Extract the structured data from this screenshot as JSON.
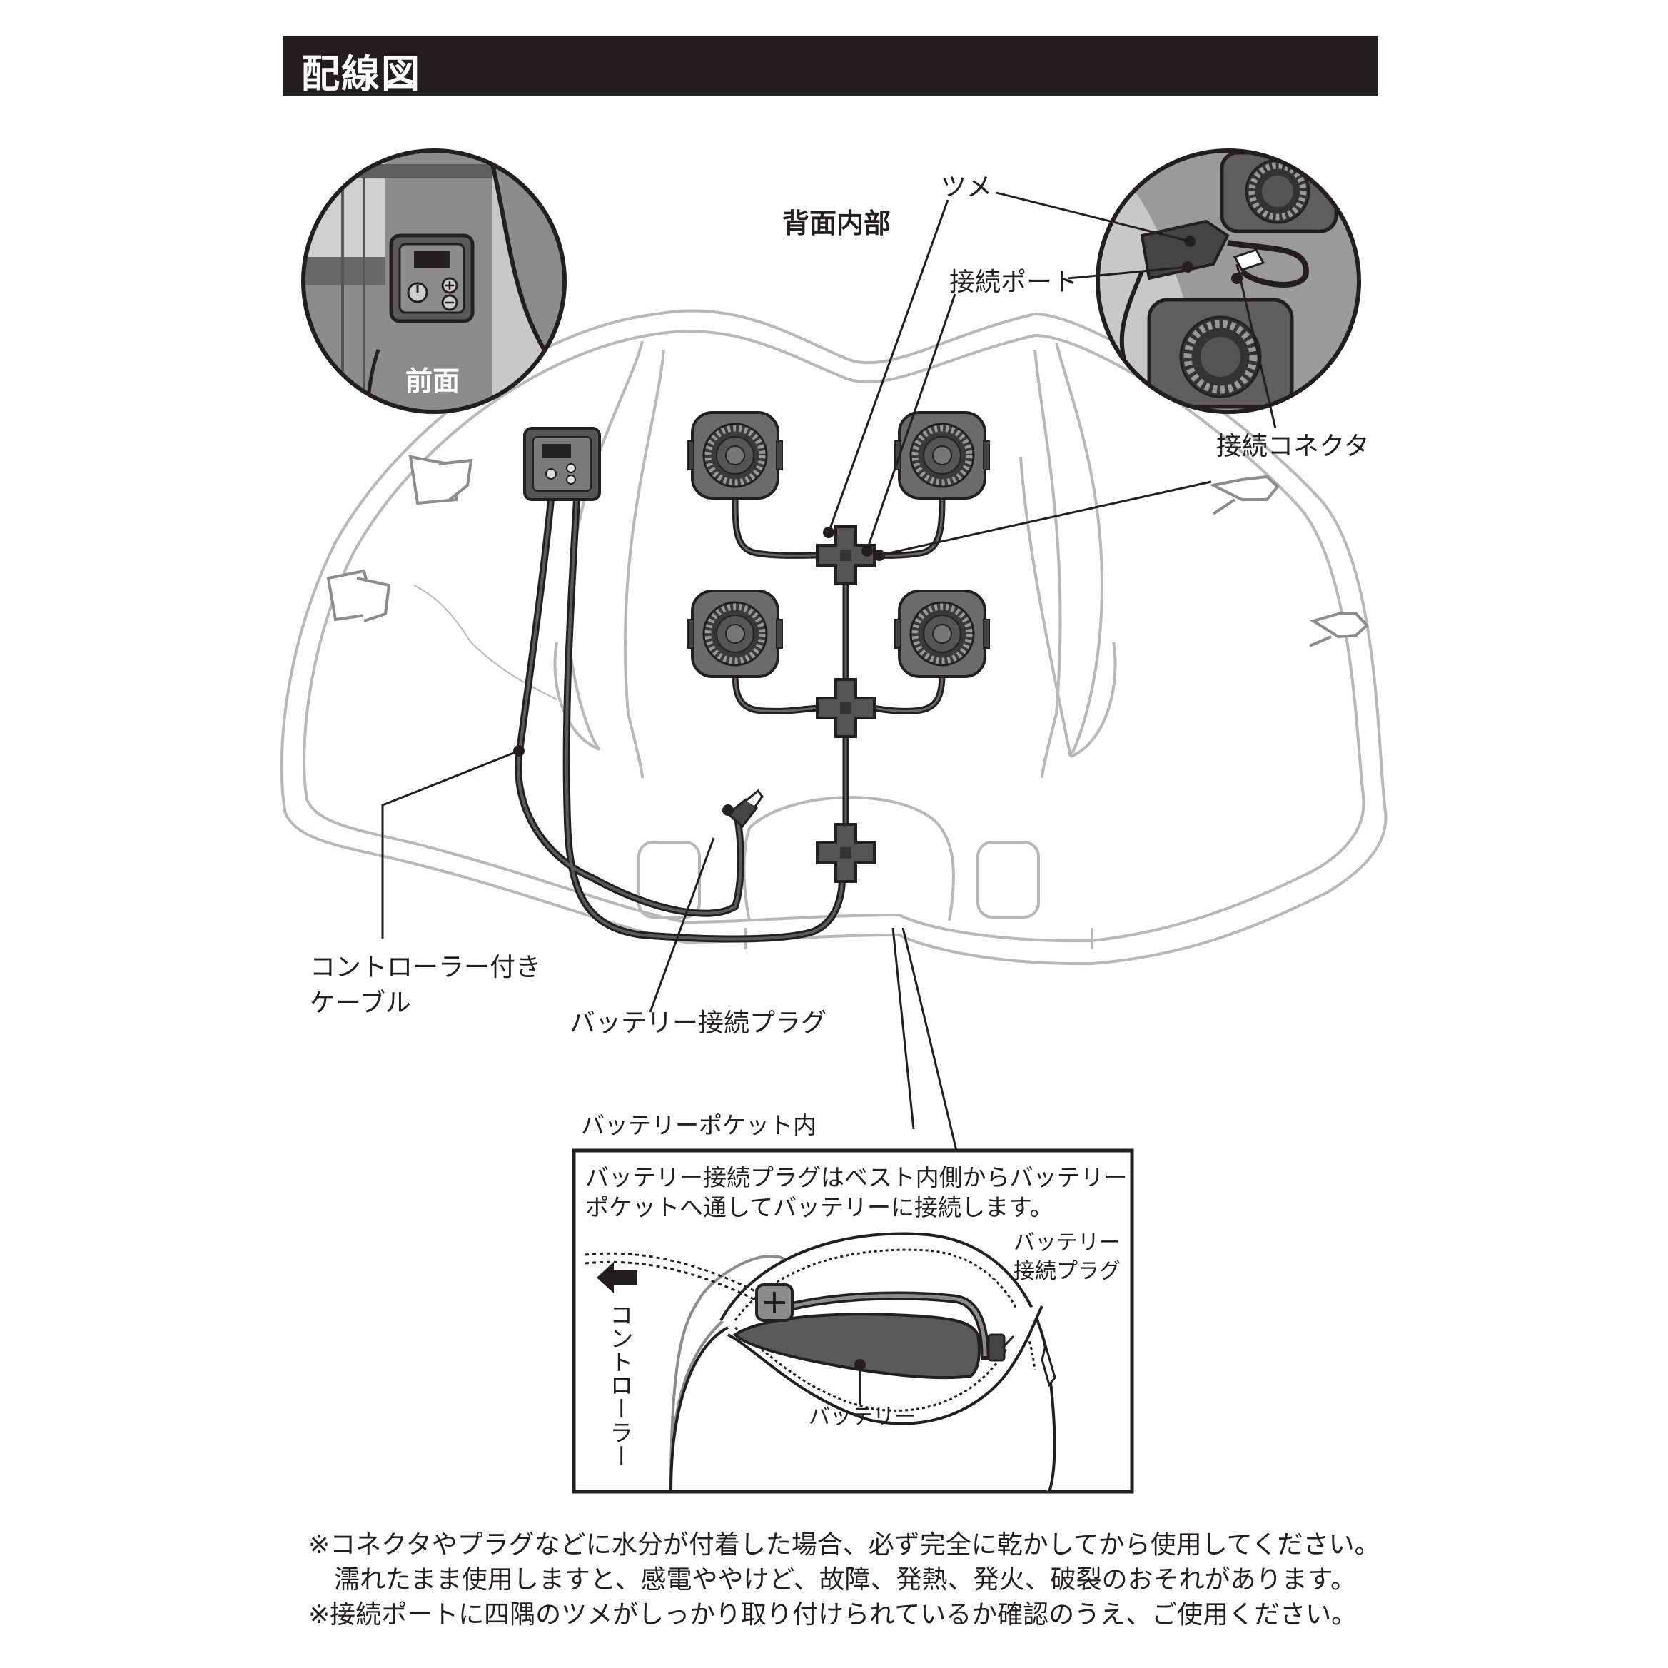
{
  "header": {
    "title": "配線図"
  },
  "inset_front": {
    "label": "前面"
  },
  "back_interior_label": "背面内部",
  "callouts": {
    "tsume": "ツメ",
    "port": "接続ポート",
    "connector": "接続コネクタ",
    "controller_cable_line1": "コントローラー付き",
    "controller_cable_line2": "ケーブル",
    "battery_plug": "バッテリー接続プラグ"
  },
  "pocket": {
    "caption": "バッテリーポケット内",
    "desc_line1": "バッテリー接続プラグはベスト内側からバッテリー",
    "desc_line2": "ポケットへ通してバッテリーに接続します。",
    "plug_line1": "バッテリー",
    "plug_line2": "接続プラグ",
    "battery": "バッテリー",
    "controller_vertical": "コントローラー"
  },
  "notes": {
    "line1": "※コネクタやプラグなどに水分が付着した場合、必ず完全に乾かしてから使用してください。",
    "line2": "濡れたまま使用しますと、感電ややけど、故障、発熱、発火、破裂のおそれがあります。",
    "line3": "※接続ポートに四隅のツメがしっかり取り付けられているか確認のうえ、ご使用ください。"
  },
  "colors": {
    "ink": "#231f20",
    "dark_gray": "#5a5a5a",
    "mid_gray": "#8c8c8c",
    "light_gray": "#c8c8c8"
  }
}
